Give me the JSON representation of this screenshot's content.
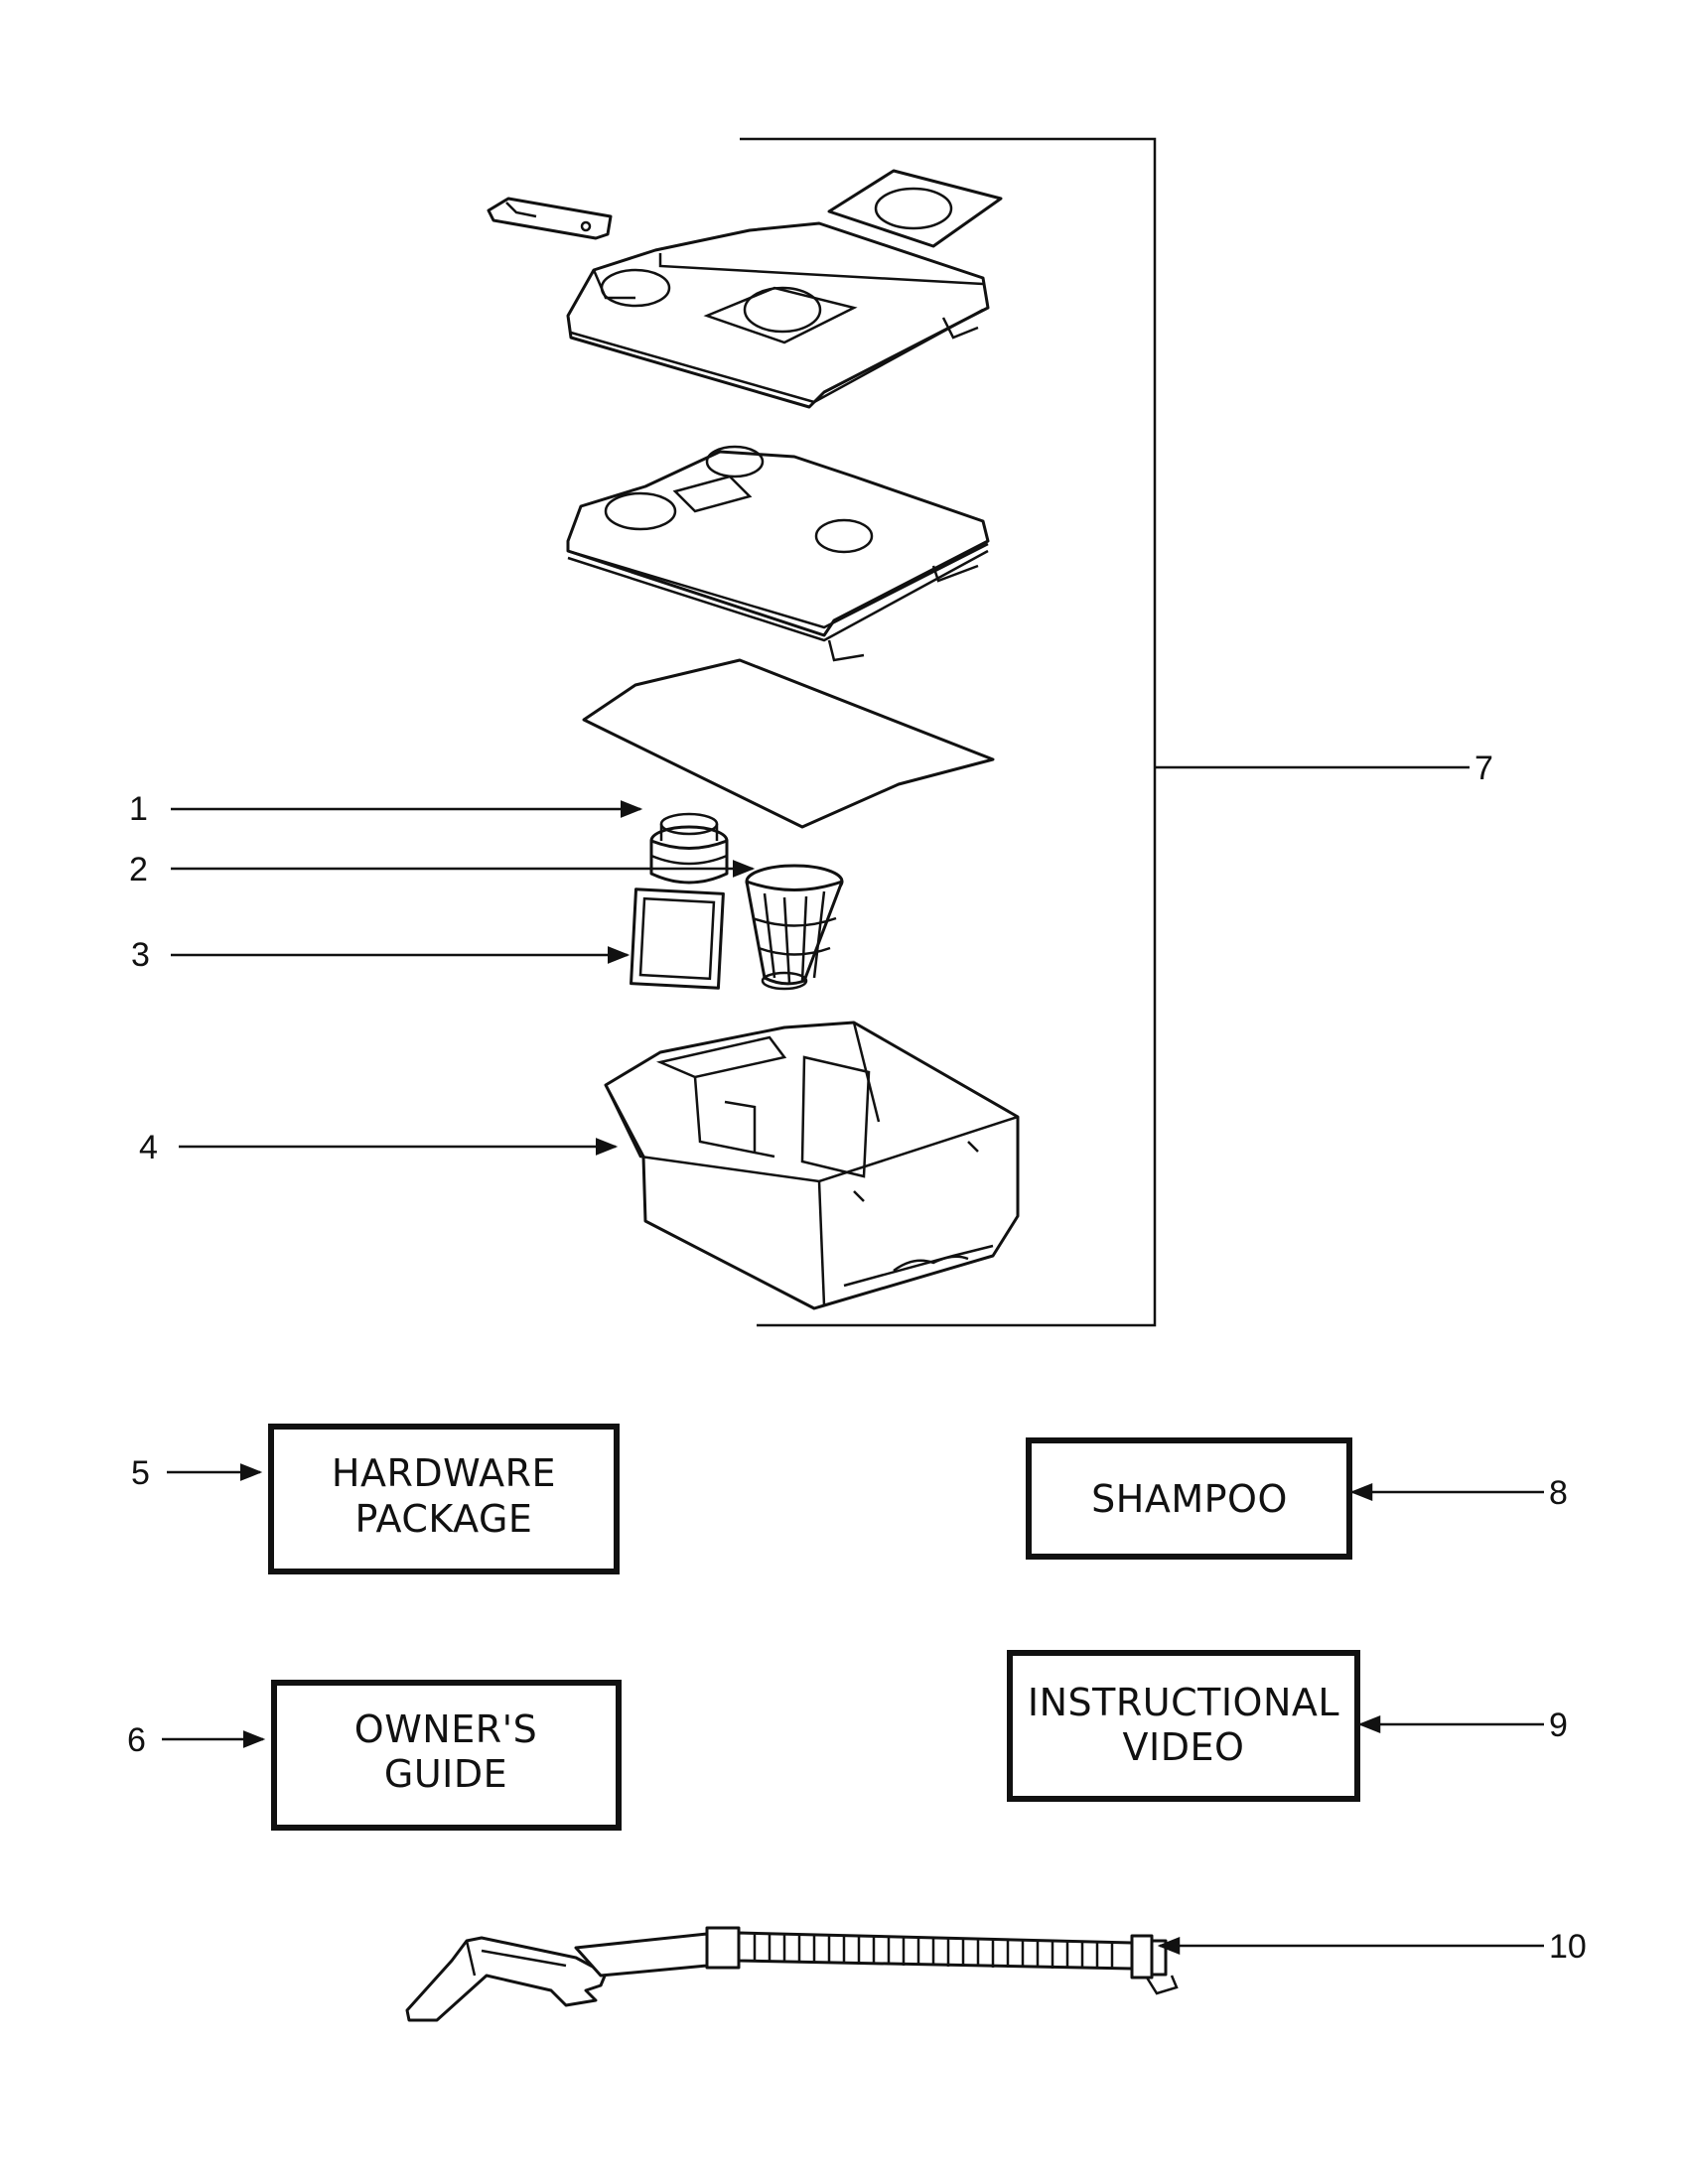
{
  "callouts": {
    "c1": "1",
    "c2": "2",
    "c3": "3",
    "c4": "4",
    "c5": "5",
    "c6": "6",
    "c7": "7",
    "c8": "8",
    "c9": "9",
    "c10": "10"
  },
  "boxes": {
    "hardware": [
      "HARDWARE",
      "PACKAGE"
    ],
    "owners": [
      "OWNER'S",
      "GUIDE"
    ],
    "shampoo": [
      "SHAMPOO"
    ],
    "video": [
      "INSTRUCTIONAL",
      "VIDEO"
    ]
  }
}
